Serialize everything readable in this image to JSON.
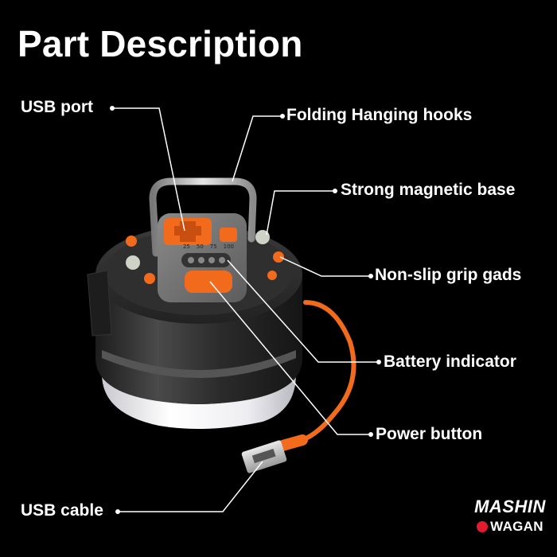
{
  "title": "Part Description",
  "labels": {
    "usb_port": "USB port",
    "folding_hooks": "Folding Hanging hooks",
    "magnetic_base": "Strong magnetic base",
    "grip_pads": "Non-slip grip gads",
    "battery_indicator": "Battery indicator",
    "power_button": "Power button",
    "usb_cable": "USB cable"
  },
  "battery_scale": [
    "25",
    "50",
    "75",
    "100"
  ],
  "brand": {
    "top": "MASHIN",
    "bottom": "WAGAN"
  },
  "colors": {
    "background": "#000000",
    "text": "#ffffff",
    "accent_orange": "#f26b1d",
    "body_dark": "#2a2a2a",
    "diffuser": "#e9e9ec",
    "brand_red": "#e01b2f"
  }
}
